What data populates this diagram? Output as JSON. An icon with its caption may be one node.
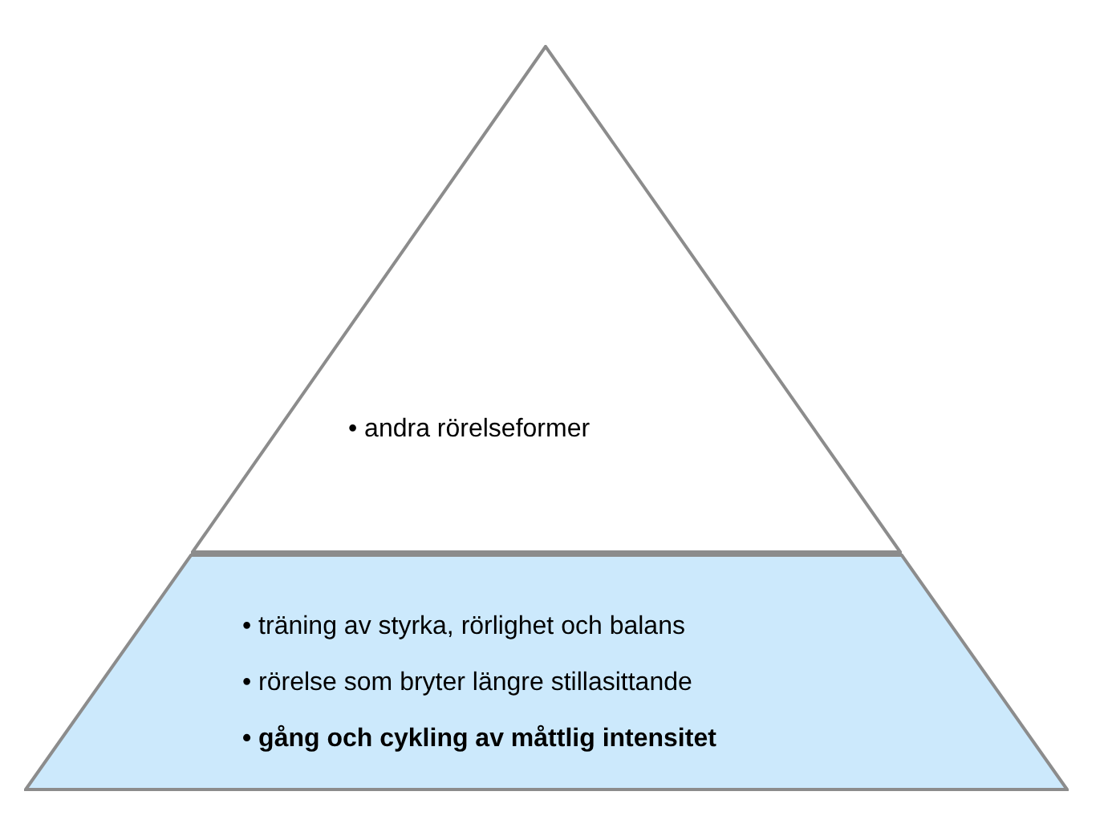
{
  "diagram": {
    "nodes": [
      {
        "text": [
          "• andra rörelseformer"
        ]
      },
      {
        "text": [
          "• träning av styrka, rörlighet och balans",
          "• rörelse som bryter längre stillasittande",
          "• gång och cykling av måttlig intensitet"
        ]
      }
    ]
  }
}
